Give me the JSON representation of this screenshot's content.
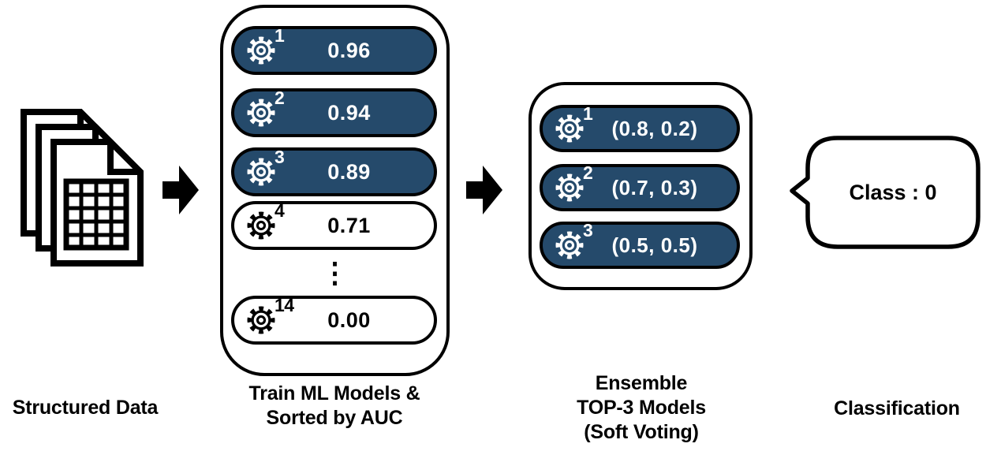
{
  "colors": {
    "navy": "#254A6B",
    "ink": "#000000",
    "background": "#ffffff"
  },
  "input": {
    "label": "Structured Data"
  },
  "train": {
    "label_line1": "Train ML Models &",
    "label_line2": "Sorted by AUC",
    "ellipsis": "⋮",
    "models": [
      {
        "rank": "1",
        "auc": "0.96",
        "highlighted": true
      },
      {
        "rank": "2",
        "auc": "0.94",
        "highlighted": true
      },
      {
        "rank": "3",
        "auc": "0.89",
        "highlighted": true
      },
      {
        "rank": "4",
        "auc": "0.71",
        "highlighted": false
      },
      {
        "rank": "14",
        "auc": "0.00",
        "highlighted": false
      }
    ]
  },
  "ensemble": {
    "label_line1": "Ensemble",
    "label_line2": "TOP-3 Models",
    "label_line3": "(Soft Voting)",
    "models": [
      {
        "rank": "1",
        "probs": "(0.8, 0.2)"
      },
      {
        "rank": "2",
        "probs": "(0.7, 0.3)"
      },
      {
        "rank": "3",
        "probs": "(0.5, 0.5)"
      }
    ]
  },
  "output": {
    "label": "Classification",
    "result": "Class : 0"
  }
}
